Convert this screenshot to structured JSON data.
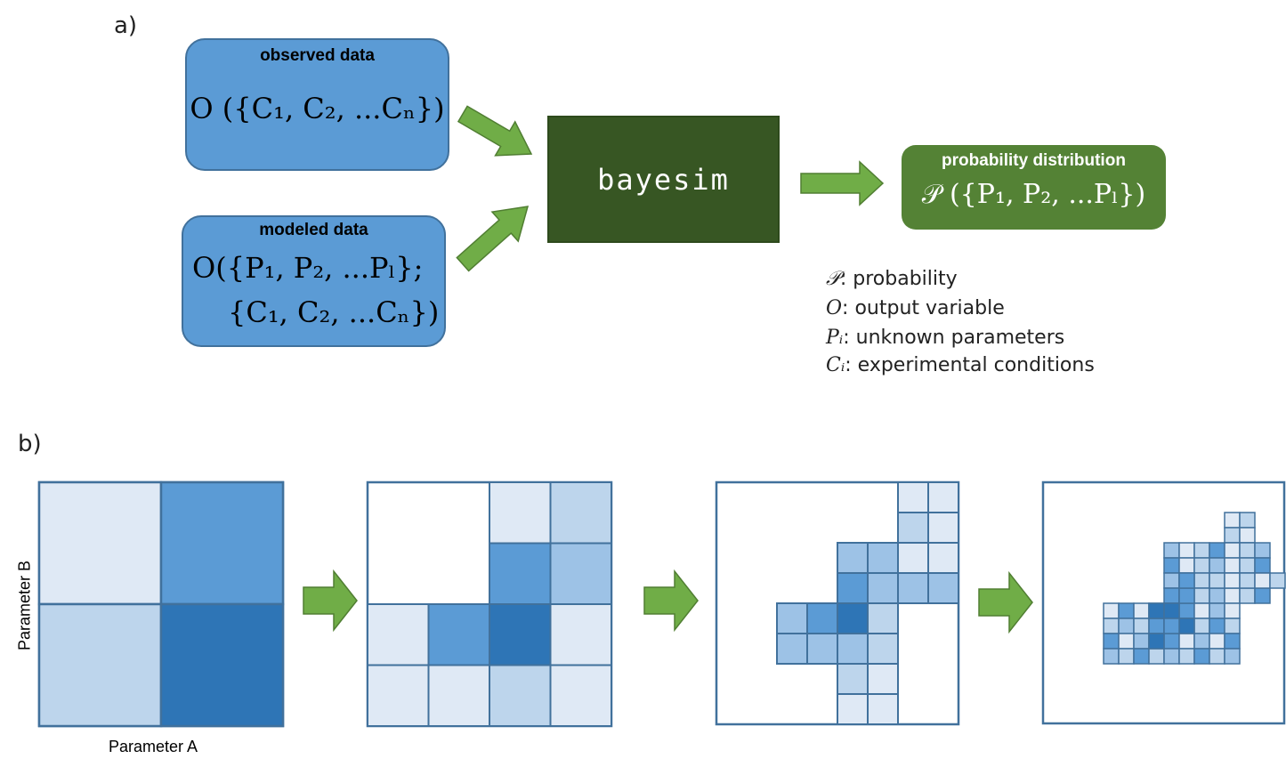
{
  "panel_a": {
    "label": "a)",
    "observed": {
      "title": "observed data",
      "expr": "O ({C₁, C₂, ...Cₙ})"
    },
    "modeled": {
      "title": "modeled data",
      "expr_line1": "O({P₁, P₂, ...Pₗ};",
      "expr_line2": "{C₁, C₂, ...Cₙ})"
    },
    "engine": {
      "label": "bayesim"
    },
    "output": {
      "title": "probability distribution",
      "expr": "𝒫 ({P₁, P₂, ...Pₗ})"
    },
    "legend": [
      {
        "symbol": "𝒫",
        "text": ": probability"
      },
      {
        "symbol": "O",
        "text": ":  output variable"
      },
      {
        "symbol": "Pᵢ",
        "text": ":  unknown parameters"
      },
      {
        "symbol": "Cᵢ",
        "text": ": experimental conditions"
      }
    ]
  },
  "panel_b": {
    "label": "b)",
    "y_axis_label": "Parameter B",
    "x_axis_label": "Parameter A"
  },
  "colors": {
    "box_blue": "#5b9bd5",
    "engine_green": "#375623",
    "output_green": "#548235",
    "arrow_green": "#70ad47",
    "grid_border": "#41719c"
  }
}
